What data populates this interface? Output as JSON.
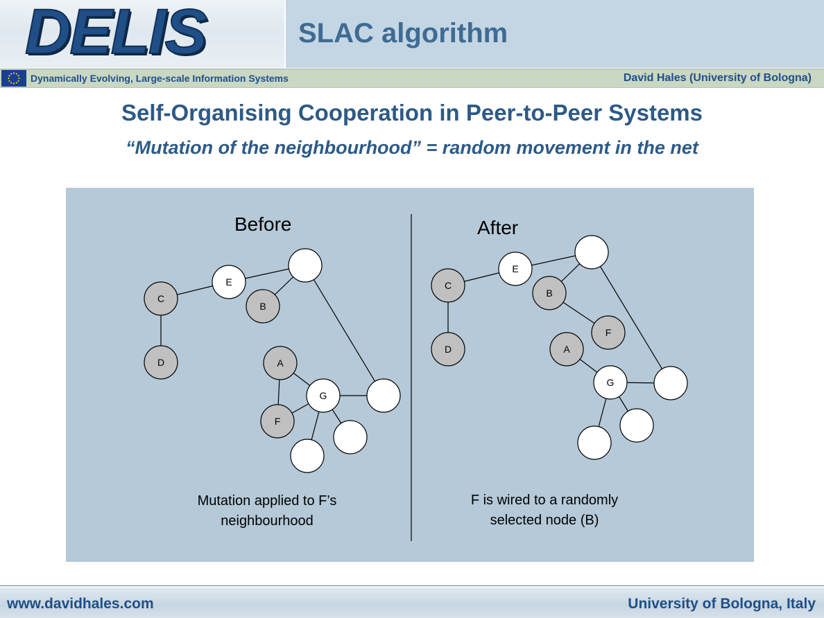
{
  "header": {
    "logo_text": "DELIS",
    "title": "SLAC algorithm",
    "tagline": "Dynamically Evolving, Large-scale Information Systems",
    "author": "David Hales (University of Bologna)"
  },
  "slide": {
    "heading": "Self-Organising Cooperation in Peer-to-Peer Systems",
    "subheading": "“Mutation of the neighbourhood” = random movement in the net"
  },
  "diagram": {
    "before": {
      "label": "Before",
      "caption_line1": "Mutation applied to F’s",
      "caption_line2": "neighbourhood",
      "nodes": [
        {
          "label": "C",
          "fill": "grey"
        },
        {
          "label": "D",
          "fill": "grey"
        },
        {
          "label": "E",
          "fill": "white"
        },
        {
          "label": "B",
          "fill": "grey"
        },
        {
          "label": "A",
          "fill": "grey"
        },
        {
          "label": "G",
          "fill": "white"
        },
        {
          "label": "F",
          "fill": "grey"
        }
      ]
    },
    "after": {
      "label": "After",
      "caption_line1": "F is wired to a randomly",
      "caption_line2": "selected node (B)",
      "nodes": [
        {
          "label": "C",
          "fill": "grey"
        },
        {
          "label": "D",
          "fill": "grey"
        },
        {
          "label": "E",
          "fill": "white"
        },
        {
          "label": "B",
          "fill": "grey"
        },
        {
          "label": "F",
          "fill": "grey"
        },
        {
          "label": "A",
          "fill": "grey"
        },
        {
          "label": "G",
          "fill": "white"
        }
      ]
    }
  },
  "footer": {
    "left": "www.davidhales.com",
    "right": "University of Bologna, Italy"
  },
  "colors": {
    "brand_blue": "#1f4f86",
    "heading_blue": "#2d5a86",
    "panel_bg": "#b5c9d8",
    "grey_node": "#c0c0c0"
  }
}
